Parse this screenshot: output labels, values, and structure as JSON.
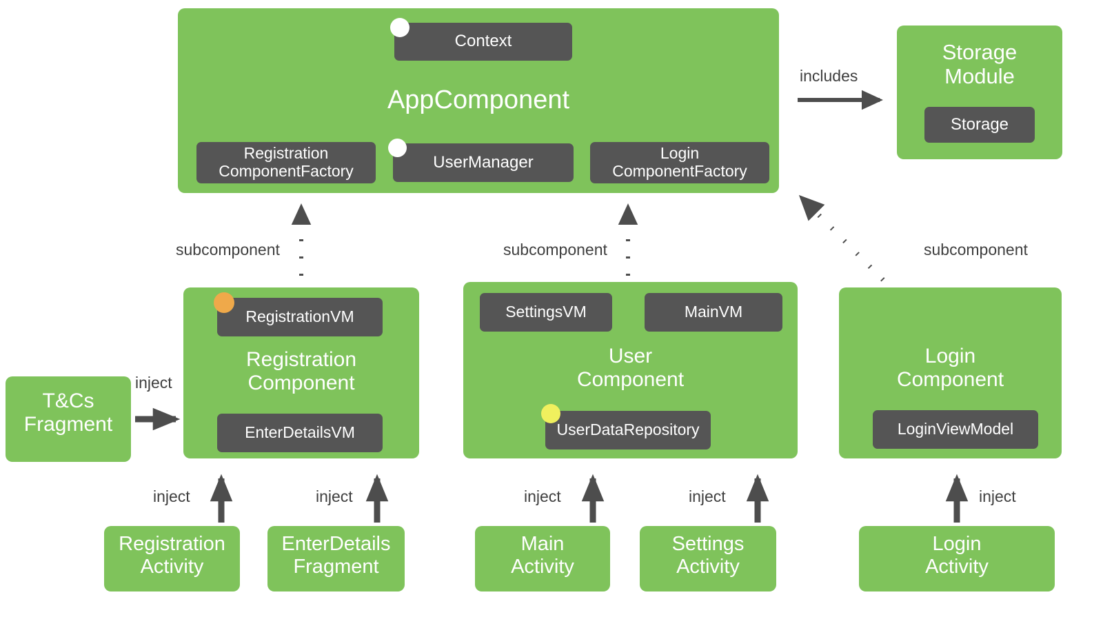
{
  "diagram": {
    "title": "Dagger component / subcomponent dependency diagram",
    "colors": {
      "component_green": "#7fc35b",
      "binding_dark": "#555555",
      "arrow_gray": "#4d4d4d",
      "label_text": "#3f3f3f",
      "scope_dot_white": "#ffffff",
      "scope_dot_orange": "#efa94a",
      "scope_dot_yellow": "#f0f05e",
      "background": "#ffffff"
    }
  },
  "app_component": {
    "title": "AppComponent",
    "bindings": [
      {
        "label": "Context",
        "scope_dot": "white"
      },
      {
        "label": "Registration\nComponentFactory",
        "scope_dot": "none"
      },
      {
        "label": "UserManager",
        "scope_dot": "white"
      },
      {
        "label": "Login\nComponentFactory",
        "scope_dot": "none"
      }
    ]
  },
  "storage_module": {
    "title": "Storage\nModule",
    "bindings": [
      {
        "label": "Storage"
      }
    ]
  },
  "registration_component": {
    "title": "Registration\nComponent",
    "bindings": [
      {
        "label": "RegistrationVM",
        "scope_dot": "orange"
      },
      {
        "label": "EnterDetailsVM",
        "scope_dot": "none"
      }
    ]
  },
  "user_component": {
    "title": "User\nComponent",
    "bindings": [
      {
        "label": "SettingsVM",
        "scope_dot": "none"
      },
      {
        "label": "MainVM",
        "scope_dot": "none"
      },
      {
        "label": "UserDataRepository",
        "scope_dot": "yellow"
      }
    ]
  },
  "login_component": {
    "title": "Login\nComponent",
    "bindings": [
      {
        "label": "LoginViewModel",
        "scope_dot": "none"
      }
    ]
  },
  "clients": {
    "tcs_fragment": "T&Cs\nFragment",
    "registration_activity": "Registration\nActivity",
    "enterdetails_fragment": "EnterDetails\nFragment",
    "main_activity": "Main\nActivity",
    "settings_activity": "Settings\nActivity",
    "login_activity": "Login\nActivity"
  },
  "edges": {
    "includes": "includes",
    "subcomponent_registration": "subcomponent",
    "subcomponent_user": "subcomponent",
    "subcomponent_login": "subcomponent",
    "inject_tcs": "inject",
    "inject_registration_activity": "inject",
    "inject_enterdetails_fragment": "inject",
    "inject_main_activity": "inject",
    "inject_settings_activity": "inject",
    "inject_login_activity": "inject"
  }
}
